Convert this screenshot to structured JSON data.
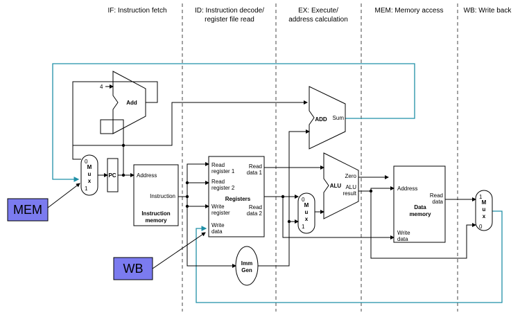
{
  "stages": [
    {
      "id": "if",
      "label": "IF: Instruction fetch"
    },
    {
      "id": "id",
      "label_line1": "ID: Instruction decode/",
      "label_line2": "register file read"
    },
    {
      "id": "ex",
      "label_line1": "EX: Execute/",
      "label_line2": "address calculation"
    },
    {
      "id": "mem",
      "label": "MEM: Memory access"
    },
    {
      "id": "wb",
      "label": "WB: Write back"
    }
  ],
  "tags": {
    "mem": "MEM",
    "wb": "WB"
  },
  "pc": "PC",
  "adder": {
    "label": "Add",
    "const": "4"
  },
  "branch_adder": {
    "label": "ADD",
    "out": "Sum"
  },
  "mux_if": {
    "in0": "0",
    "in1": "1",
    "letters": [
      "M",
      "u",
      "x"
    ]
  },
  "mux_ex": {
    "in0": "0",
    "in1": "1",
    "letters": [
      "M",
      "u",
      "x"
    ]
  },
  "mux_wb": {
    "in0": "1",
    "in1": "0",
    "letters": [
      "M",
      "u",
      "x"
    ]
  },
  "imem": {
    "address": "Address",
    "instruction": "Instruction",
    "title1": "Instruction",
    "title2": "memory"
  },
  "regs": {
    "read_reg1": [
      "Read",
      "register 1"
    ],
    "read_reg2": [
      "Read",
      "register 2"
    ],
    "write_reg": [
      "Write",
      "register"
    ],
    "write_data": [
      "Write",
      "data"
    ],
    "read_data1": [
      "Read",
      "data 1"
    ],
    "read_data2": [
      "Read",
      "data 2"
    ],
    "title": "Registers"
  },
  "alu": {
    "label": "ALU",
    "zero": "Zero",
    "result": [
      "ALU",
      "result"
    ]
  },
  "dmem": {
    "address": "Address",
    "read_data": [
      "Read",
      "data"
    ],
    "write_data": [
      "Write",
      "data"
    ],
    "title": [
      "Data",
      "memory"
    ]
  },
  "immgen": [
    "Imm",
    "Gen"
  ]
}
